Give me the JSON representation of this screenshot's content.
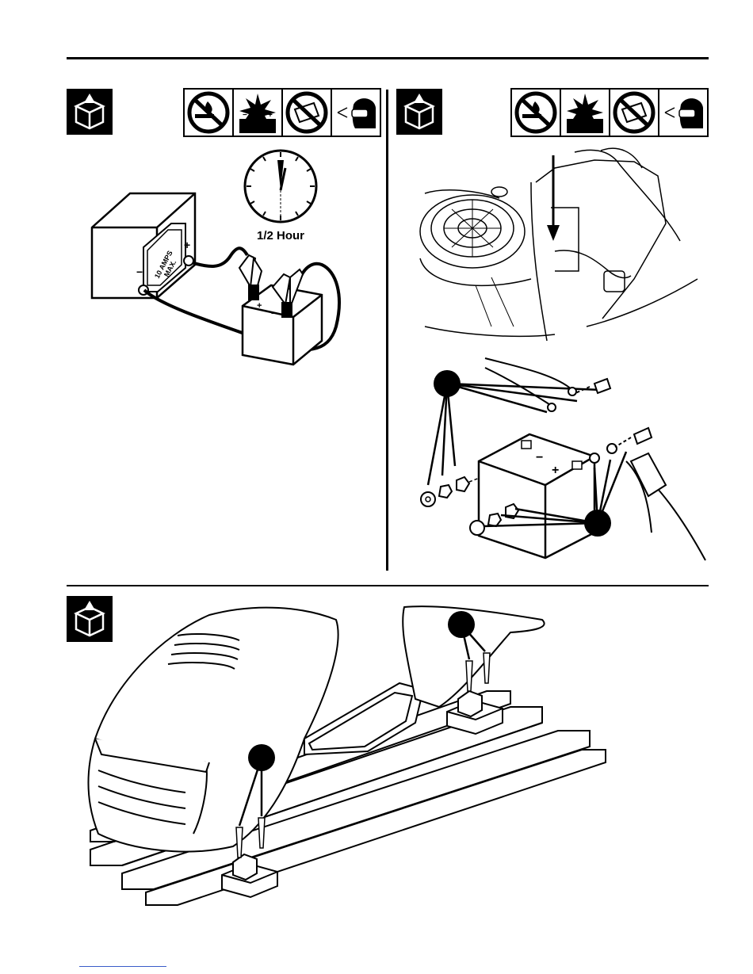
{
  "panel_top_left": {
    "charger_gauge_text": "10 AMPS MAX.",
    "charger_gauge_line1": "10 AMPS",
    "charger_gauge_line2": "MAX.",
    "clock_label": "1/2 Hour",
    "minus_sign": "−",
    "plus_sign": "+"
  },
  "panel_top_right": {
    "battery_minus": "−",
    "battery_plus": "+"
  },
  "icons": {
    "unpack": "carton-unpack-icon",
    "no_flame": "no-open-flame-icon",
    "explosion": "battery-explosion-icon",
    "no_tip": "do-not-tip-battery-icon",
    "eye": "wear-eye-protection-icon"
  }
}
